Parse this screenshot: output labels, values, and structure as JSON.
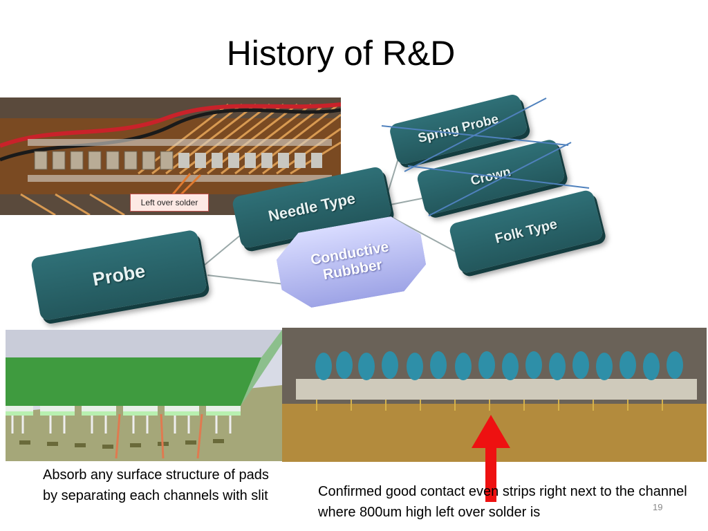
{
  "slide": {
    "title": "History of R&D",
    "callout": "Left over solder",
    "mindmap": {
      "root": "Probe",
      "needle": "Needle Type",
      "conductive_line1": "Conductive",
      "conductive_line2": "Rubbber",
      "spring": "Spring Probe",
      "crown": "Crown",
      "folk": "Folk Type"
    },
    "caption_left": "Absorb any surface structure of pads by separating each channels with slit",
    "caption_right": "Confirmed good contact even strips right next to the channel where 800um high left over solder is",
    "page_number": "19"
  }
}
